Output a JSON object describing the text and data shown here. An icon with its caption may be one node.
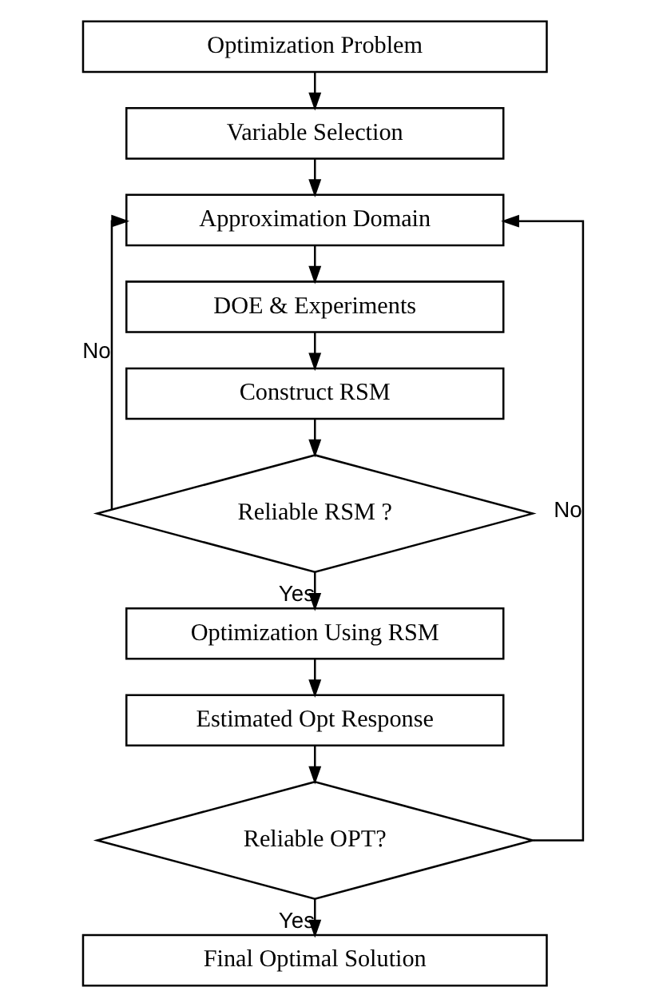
{
  "diagram": {
    "nodes": [
      {
        "text": [
          "Optimization Problem"
        ]
      },
      {
        "text": [
          "Variable Selection"
        ]
      },
      {
        "text": [
          "Approximation Domain"
        ]
      },
      {
        "text": [
          "DOE & Experiments"
        ]
      },
      {
        "text": [
          "Construct RSM"
        ]
      },
      {
        "text": [
          "Reliable RSM ?"
        ]
      },
      {
        "text": [
          "Optimization Using RSM"
        ]
      },
      {
        "text": [
          "Estimated Opt Response"
        ]
      },
      {
        "text": [
          "Reliable OPT?"
        ]
      },
      {
        "text": [
          "Final Optimal Solution"
        ]
      }
    ],
    "edges": [
      {
        "from": 0,
        "to": 1,
        "arrow": "to"
      },
      {
        "from": 1,
        "to": 2,
        "arrow": "to"
      },
      {
        "from": 2,
        "to": 3,
        "arrow": "to"
      },
      {
        "from": 3,
        "to": 4,
        "arrow": "to"
      },
      {
        "from": 4,
        "to": 5,
        "arrow": "to"
      },
      {
        "from": 5,
        "to": 2,
        "arrow": "to",
        "label": "No"
      },
      {
        "from": 5,
        "to": 6,
        "arrow": "to",
        "label": "Yes"
      },
      {
        "from": 6,
        "to": 7,
        "arrow": "to"
      },
      {
        "from": 7,
        "to": 8,
        "arrow": "to"
      },
      {
        "from": 8,
        "to": 2,
        "arrow": "to",
        "label": "No"
      },
      {
        "from": 8,
        "to": 9,
        "arrow": "to",
        "label": "Yes"
      }
    ]
  }
}
